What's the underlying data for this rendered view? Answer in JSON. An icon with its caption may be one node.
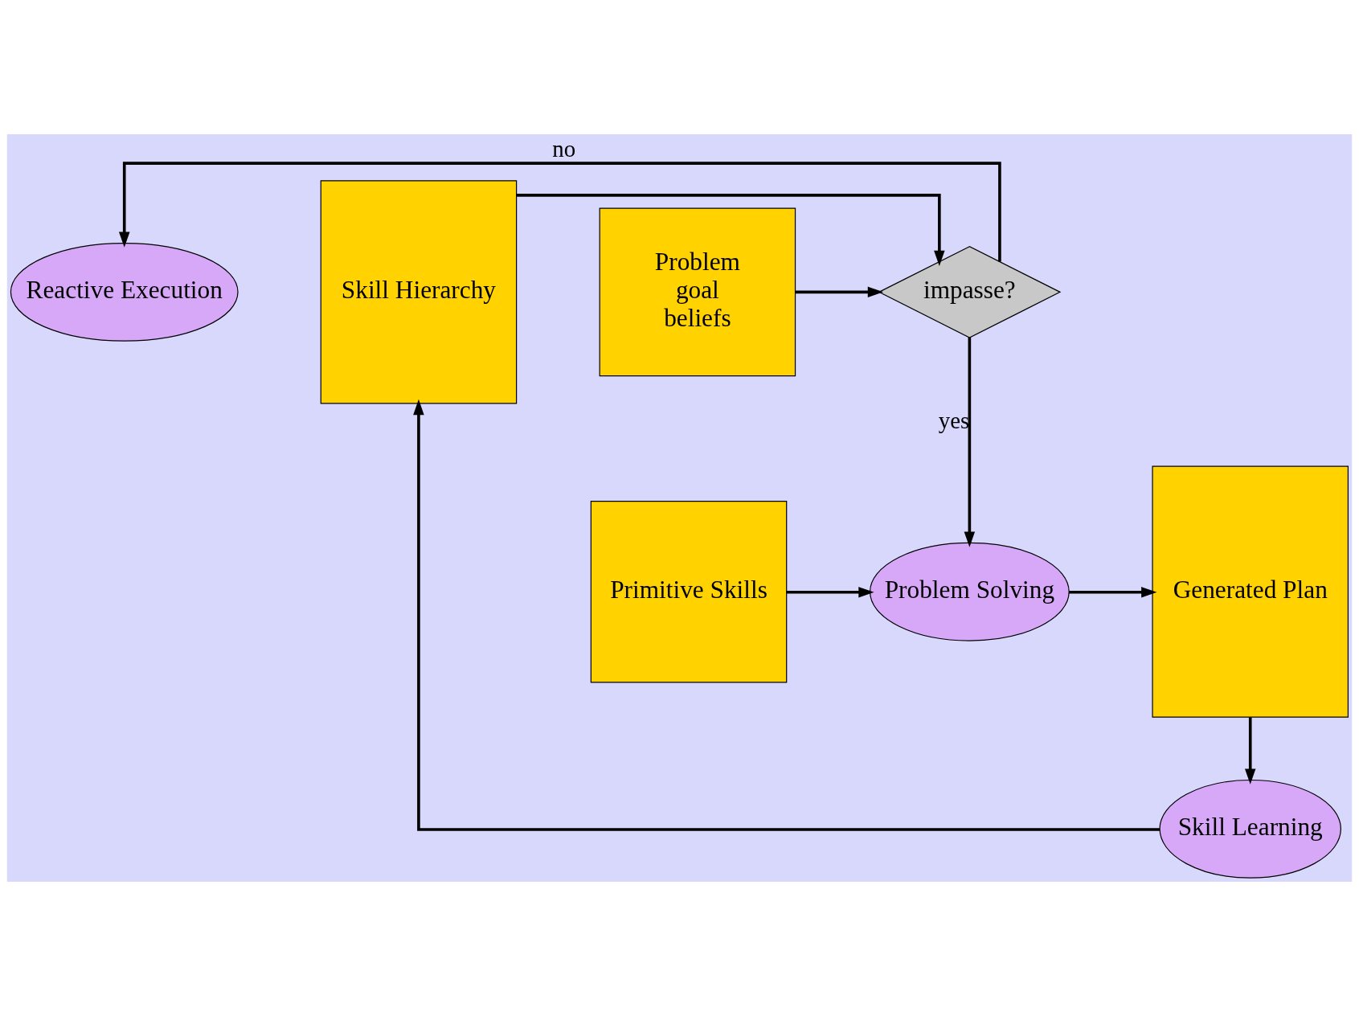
{
  "diagram": {
    "nodes": [
      {
        "text": [
          "Reactive Execution"
        ]
      },
      {
        "text": [
          "Skill Hierarchy"
        ]
      },
      {
        "text": [
          "impasse?"
        ]
      },
      {
        "text": [
          "Problem",
          "goal",
          "beliefs"
        ]
      },
      {
        "text": [
          "Primitive Skills"
        ]
      },
      {
        "text": [
          "Problem Solving"
        ]
      },
      {
        "text": [
          "Generated Plan"
        ]
      },
      {
        "text": [
          "Skill Learning"
        ]
      }
    ],
    "edges": [
      {
        "from": 1,
        "to": 2,
        "arrow": "to"
      },
      {
        "from": 3,
        "to": 2,
        "arrow": "to"
      },
      {
        "from": 2,
        "to": 0,
        "arrow": "to",
        "label": "no"
      },
      {
        "from": 2,
        "to": 5,
        "arrow": "to",
        "label": "yes"
      },
      {
        "from": 4,
        "to": 5,
        "arrow": "to"
      },
      {
        "from": 5,
        "to": 6,
        "arrow": "to"
      },
      {
        "from": 6,
        "to": 7,
        "arrow": "to"
      },
      {
        "from": 7,
        "to": 1,
        "arrow": "to"
      }
    ]
  }
}
